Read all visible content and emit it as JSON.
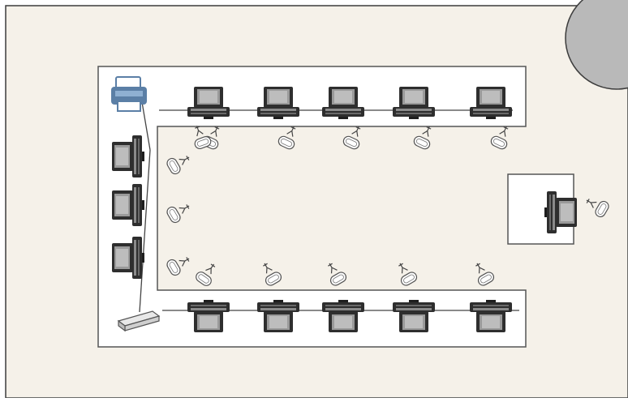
{
  "diagram": {
    "type": "classroom-network-layout",
    "colors": {
      "floor": "#f5f1e9",
      "wall": "#3c3c3c",
      "desk_fill": "#ffffff",
      "desk_border": "#555555",
      "cable": "#444444",
      "pillar": "#b9b9b9",
      "printer": "#5b7fa6",
      "computer_body": "#2e2e2e",
      "screen": "#9a9a9a"
    },
    "devices": {
      "printer": {
        "icon": "printer-icon",
        "count": 1
      },
      "hub": {
        "icon": "network-hub-icon",
        "count": 1
      },
      "student_stations": {
        "icon": "computer-workstation-icon",
        "count": 13
      },
      "teacher_station": {
        "icon": "computer-workstation-icon",
        "count": 1
      }
    },
    "zones": [
      "top-row",
      "left-column",
      "bottom-row",
      "teacher-desk"
    ]
  }
}
